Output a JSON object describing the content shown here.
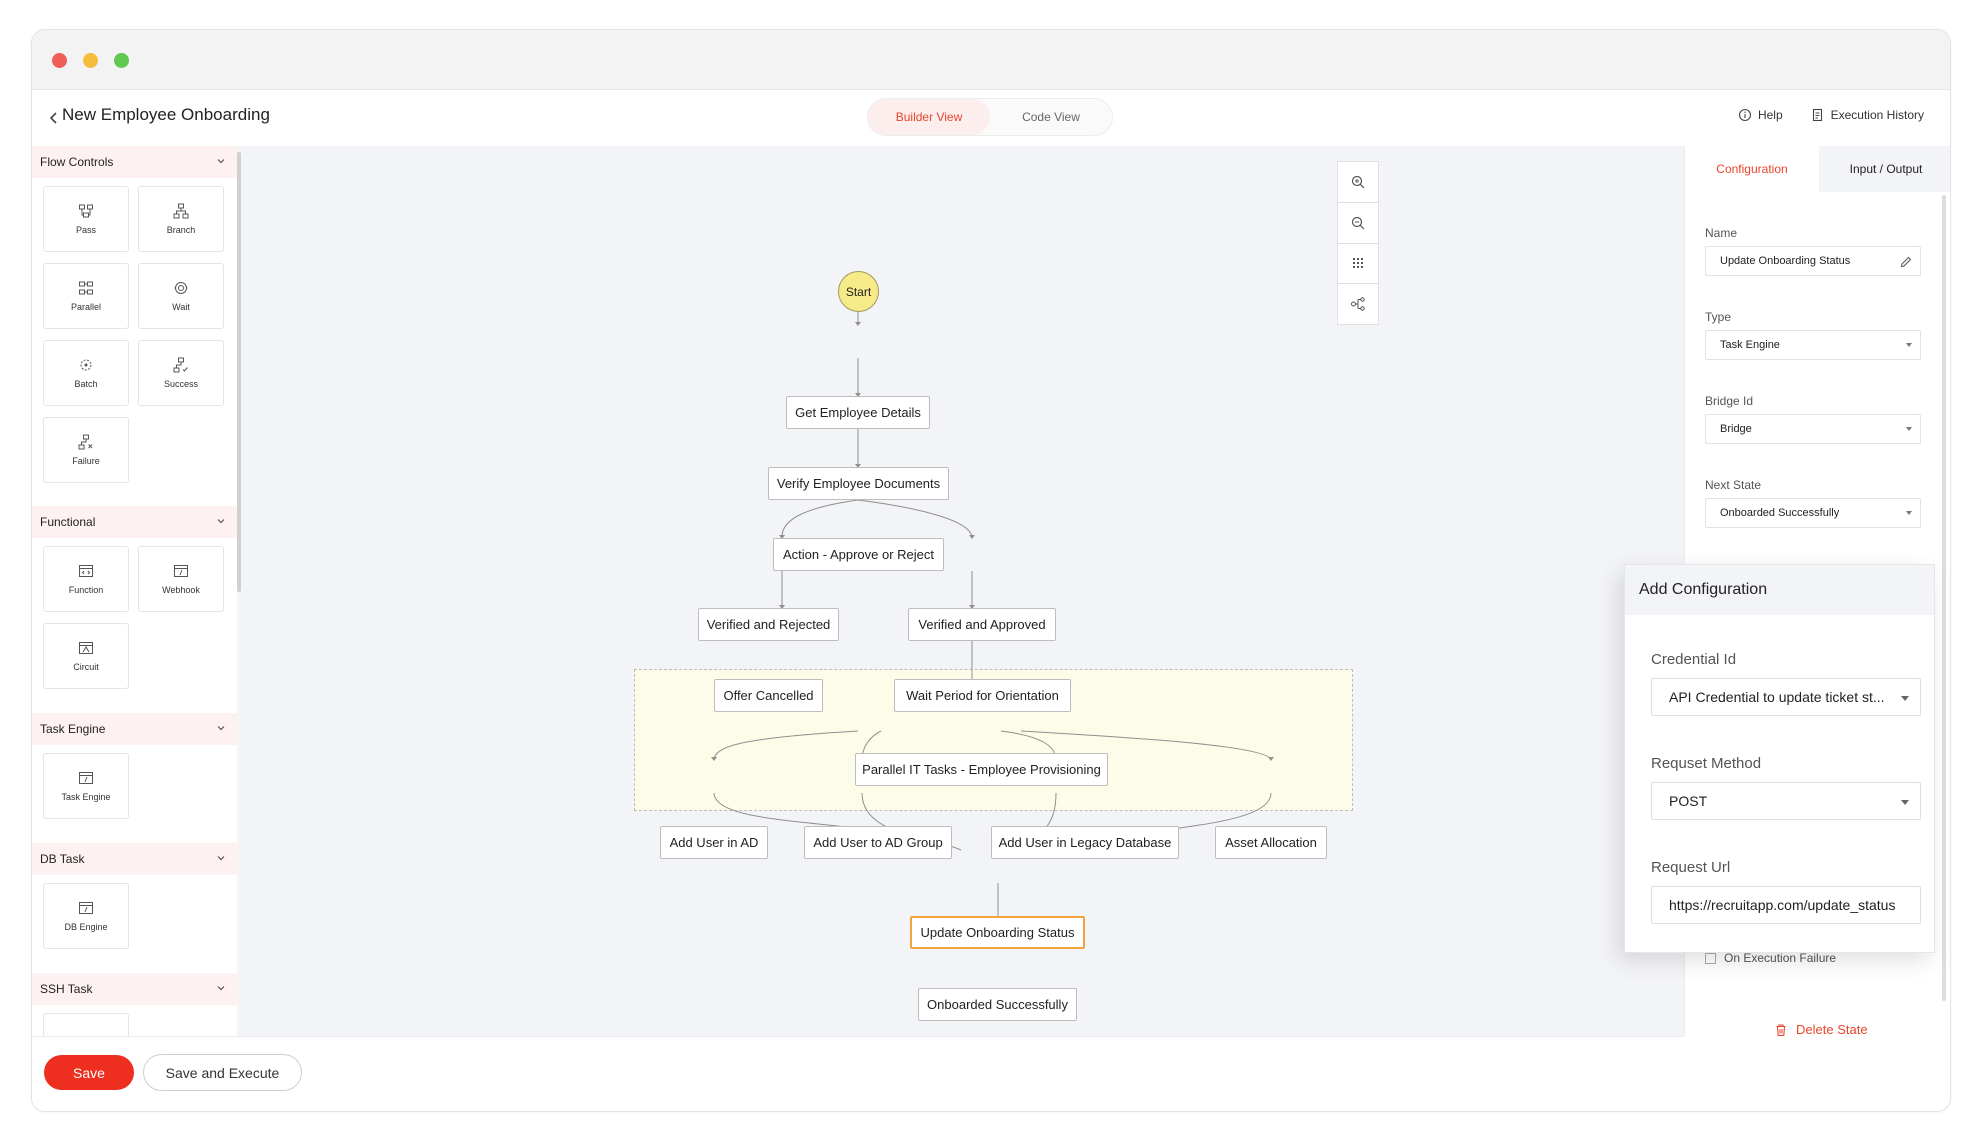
{
  "window": {
    "dots": [
      "#ef5f57",
      "#f4bd3e",
      "#5fc94f"
    ]
  },
  "header": {
    "title": "New Employee Onboarding",
    "views": [
      {
        "label": "Builder View",
        "active": true
      },
      {
        "label": "Code View",
        "active": false
      }
    ],
    "help_label": "Help",
    "history_label": "Execution History"
  },
  "sidebar": {
    "sections": [
      {
        "title": "Flow Controls",
        "items": [
          "Pass",
          "Branch",
          "Parallel",
          "Wait",
          "Batch",
          "Success",
          "Failure"
        ]
      },
      {
        "title": "Functional",
        "items": [
          "Function",
          "Webhook",
          "Circuit"
        ]
      },
      {
        "title": "Task Engine",
        "items": [
          "Task Engine"
        ]
      },
      {
        "title": "DB Task",
        "items": [
          "DB Engine"
        ]
      },
      {
        "title": "SSH Task",
        "items": []
      }
    ]
  },
  "flow": {
    "start_label": "Start",
    "nodes": {
      "get_details": "Get Employee Details",
      "verify_docs": "Verify Employee Documents",
      "action": "Action - Approve or Reject",
      "rejected": "Verified and Rejected",
      "approved": "Verified and Approved",
      "offer_cancelled": "Offer Cancelled",
      "wait_orientation": "Wait Period for Orientation",
      "parallel_it": "Parallel IT Tasks - Employee Provisioning",
      "add_ad": "Add User in AD",
      "add_ad_group": "Add User to AD Group",
      "add_legacy": "Add User in Legacy Database",
      "asset": "Asset Allocation",
      "update_status": "Update Onboarding Status",
      "onboarded": "Onboarded Successfully"
    }
  },
  "config_panel": {
    "tabs": [
      {
        "label": "Configuration",
        "active": true
      },
      {
        "label": "Input / Output",
        "active": false
      }
    ],
    "name_label": "Name",
    "name_value": "Update Onboarding Status",
    "type_label": "Type",
    "type_value": "Task Engine",
    "bridge_label": "Bridge Id",
    "bridge_value": "Bridge",
    "next_label": "Next State",
    "next_value": "Onboarded Successfully",
    "failure_checkbox_label": "On Execution Failure",
    "delete_label": "Delete State"
  },
  "add_config_popup": {
    "title": "Add Configuration",
    "credential_label": "Credential Id",
    "credential_value": "API Credential to update ticket st...",
    "method_label": "Requset Method",
    "method_value": "POST",
    "url_label": "Request Url",
    "url_value": "https://recruitapp.com/update_status"
  },
  "footer": {
    "save_label": "Save",
    "save_execute_label": "Save and Execute"
  },
  "colors": {
    "accent": "#e8452b",
    "save_button": "#ee2e1e",
    "start_node": "#f7ea88",
    "selected_border": "#f0a43c",
    "parallel_bg": "#fdfce9"
  }
}
